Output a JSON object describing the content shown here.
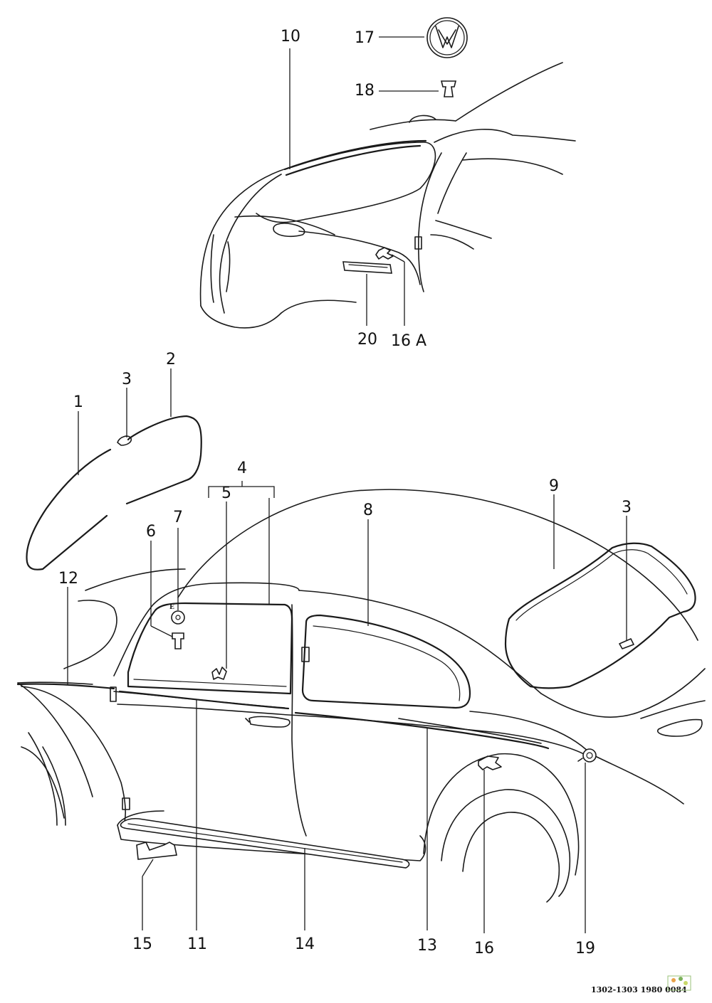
{
  "callouts": {
    "c1": "1",
    "c2": "2",
    "c3a": "3",
    "c3b": "3",
    "c4": "4",
    "c5": "5",
    "c6": "6",
    "c7": "7",
    "c8": "8",
    "c9": "9",
    "c10": "10",
    "c11": "11",
    "c12": "12",
    "c13": "13",
    "c14": "14",
    "c15": "15",
    "c16": "16",
    "c16a": "16 A",
    "c17": "17",
    "c18": "18",
    "c19": "19",
    "c20": "20"
  },
  "emblem_text": "VW",
  "seven_marker": "E",
  "footer_ref": "1302-1303 1980 0084",
  "icons": {
    "emblem": "vw-emblem-icon",
    "stamp": "corner-logo-icon"
  }
}
